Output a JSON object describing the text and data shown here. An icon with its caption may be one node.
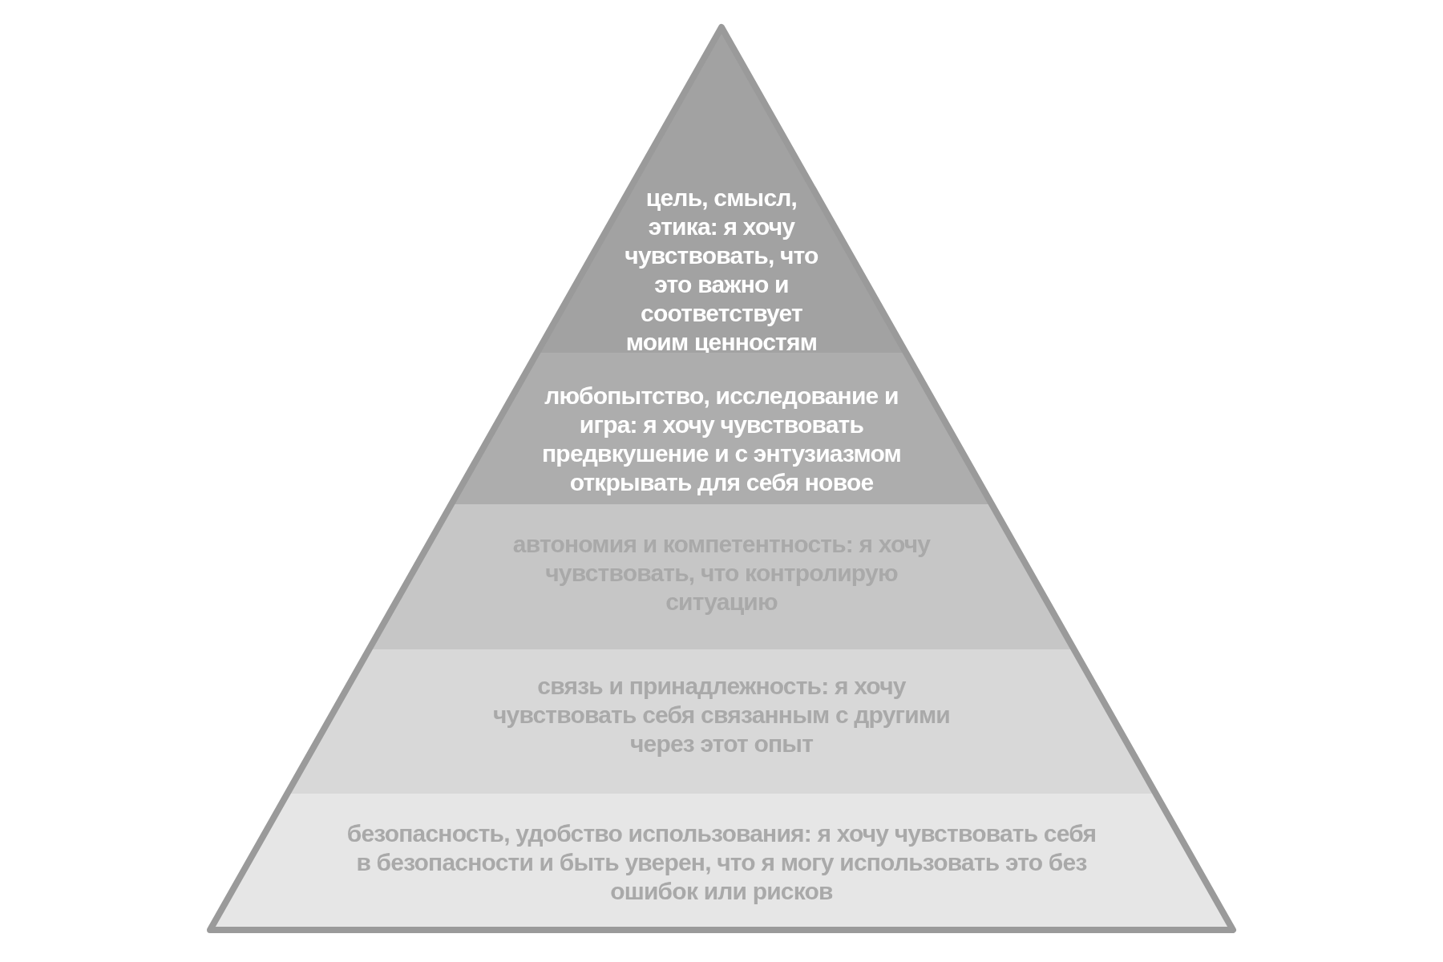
{
  "diagram": {
    "nodes": [
      {
        "text": [
          "цель, смысл, этика: я хочу чувствовать, что это важно и соответствует моим ценностям"
        ]
      },
      {
        "text": [
          "любопытство, исследование и игра: я хочу чувствовать предвкушение и с энтузиазмом открывать для себя новое"
        ]
      },
      {
        "text": [
          "автономия и компетентность: я хочу чувствовать, что контролирую ситуацию"
        ]
      },
      {
        "text": [
          "связь и принадлежность: я хочу чувствовать себя связанным с другими через этот опыт"
        ]
      },
      {
        "text": [
          "безопасность, удобство использования: я хочу чувствовать себя в безопасности и быть уверен, что я могу использовать это без ошибок или рисков"
        ]
      }
    ]
  }
}
